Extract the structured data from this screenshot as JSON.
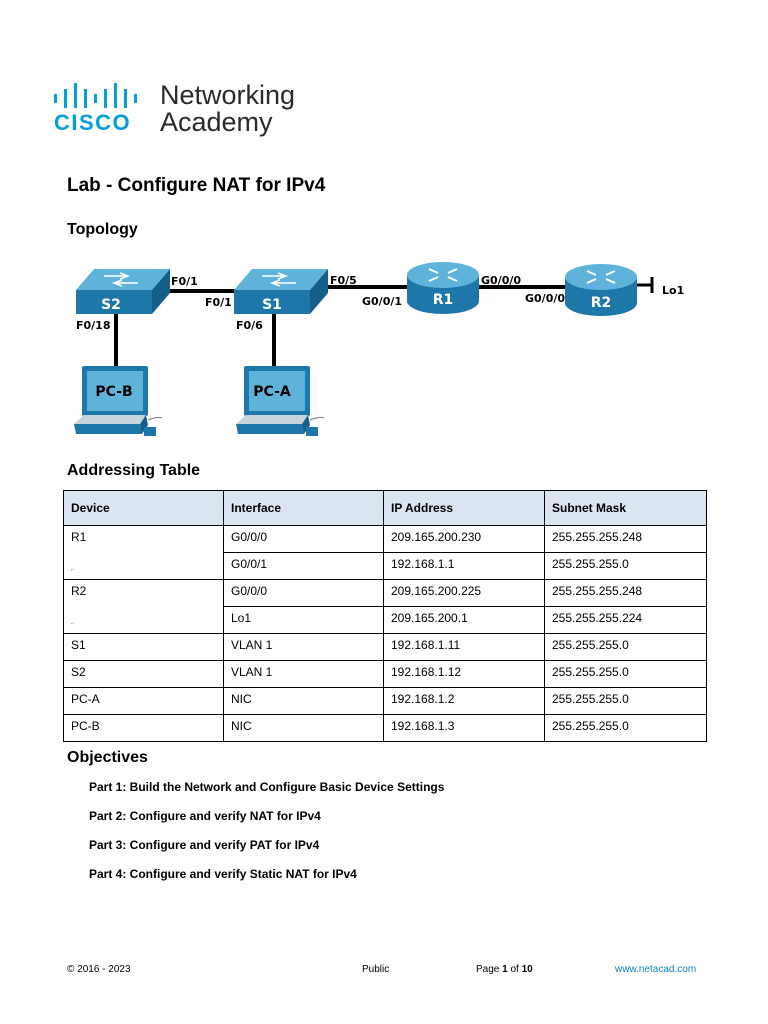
{
  "logo": {
    "cisco": "CISCO",
    "line1": "Networking",
    "line2": "Academy"
  },
  "title": "Lab - Configure NAT for IPv4",
  "topology": {
    "heading": "Topology",
    "devices": {
      "s2": "S2",
      "s1": "S1",
      "r1": "R1",
      "r2": "R2",
      "pcb": "PC-B",
      "pca": "PC-A"
    },
    "ports": {
      "s2_f01": "F0/1",
      "s1_f01": "F0/1",
      "s1_f05": "F0/5",
      "r1_g001": "G0/0/1",
      "r1_g000": "G0/0/0",
      "r2_g000": "G0/0/0",
      "lo1": "Lo1",
      "s2_f018": "F0/18",
      "s1_f06": "F0/6"
    }
  },
  "addressing": {
    "heading": "Addressing Table",
    "headers": [
      "Device",
      "Interface",
      "IP Address",
      "Subnet Mask"
    ],
    "rows": [
      [
        "R1",
        "G0/0/0",
        "209.165.200.230",
        "255.255.255.248"
      ],
      [
        "",
        "G0/0/1",
        "192.168.1.1",
        "255.255.255.0"
      ],
      [
        "R2",
        "G0/0/0",
        "209.165.200.225",
        "255.255.255.248"
      ],
      [
        "",
        "Lo1",
        "209.165.200.1",
        "255.255.255.224"
      ],
      [
        "S1",
        "VLAN 1",
        "192.168.1.11",
        "255.255.255.0"
      ],
      [
        "S2",
        "VLAN 1",
        "192.168.1.12",
        "255.255.255.0"
      ],
      [
        "PC-A",
        "NIC",
        "192.168.1.2",
        "255.255.255.0"
      ],
      [
        "PC-B",
        "NIC",
        "192.168.1.3",
        "255.255.255.0"
      ]
    ]
  },
  "objectives": {
    "heading": "Objectives",
    "items": [
      "Part 1: Build the Network and Configure Basic Device Settings",
      "Part 2: Configure and verify NAT for IPv4",
      "Part 3: Configure and verify PAT for IPv4",
      "Part 4: Configure and verify Static NAT for IPv4"
    ]
  },
  "footer": {
    "copyright": "© 2016 - 2023",
    "classification": "Public",
    "page_prefix": "Page ",
    "page_num": "1",
    "page_of": " of ",
    "page_total": "10",
    "website": "www.netacad.com"
  },
  "colors": {
    "cisco_blue": "#049fd9",
    "device_blue": "#1d77a8",
    "device_top": "#5fb3da",
    "header_fill": "#dbe5f1",
    "link": "#0d7fc4"
  }
}
